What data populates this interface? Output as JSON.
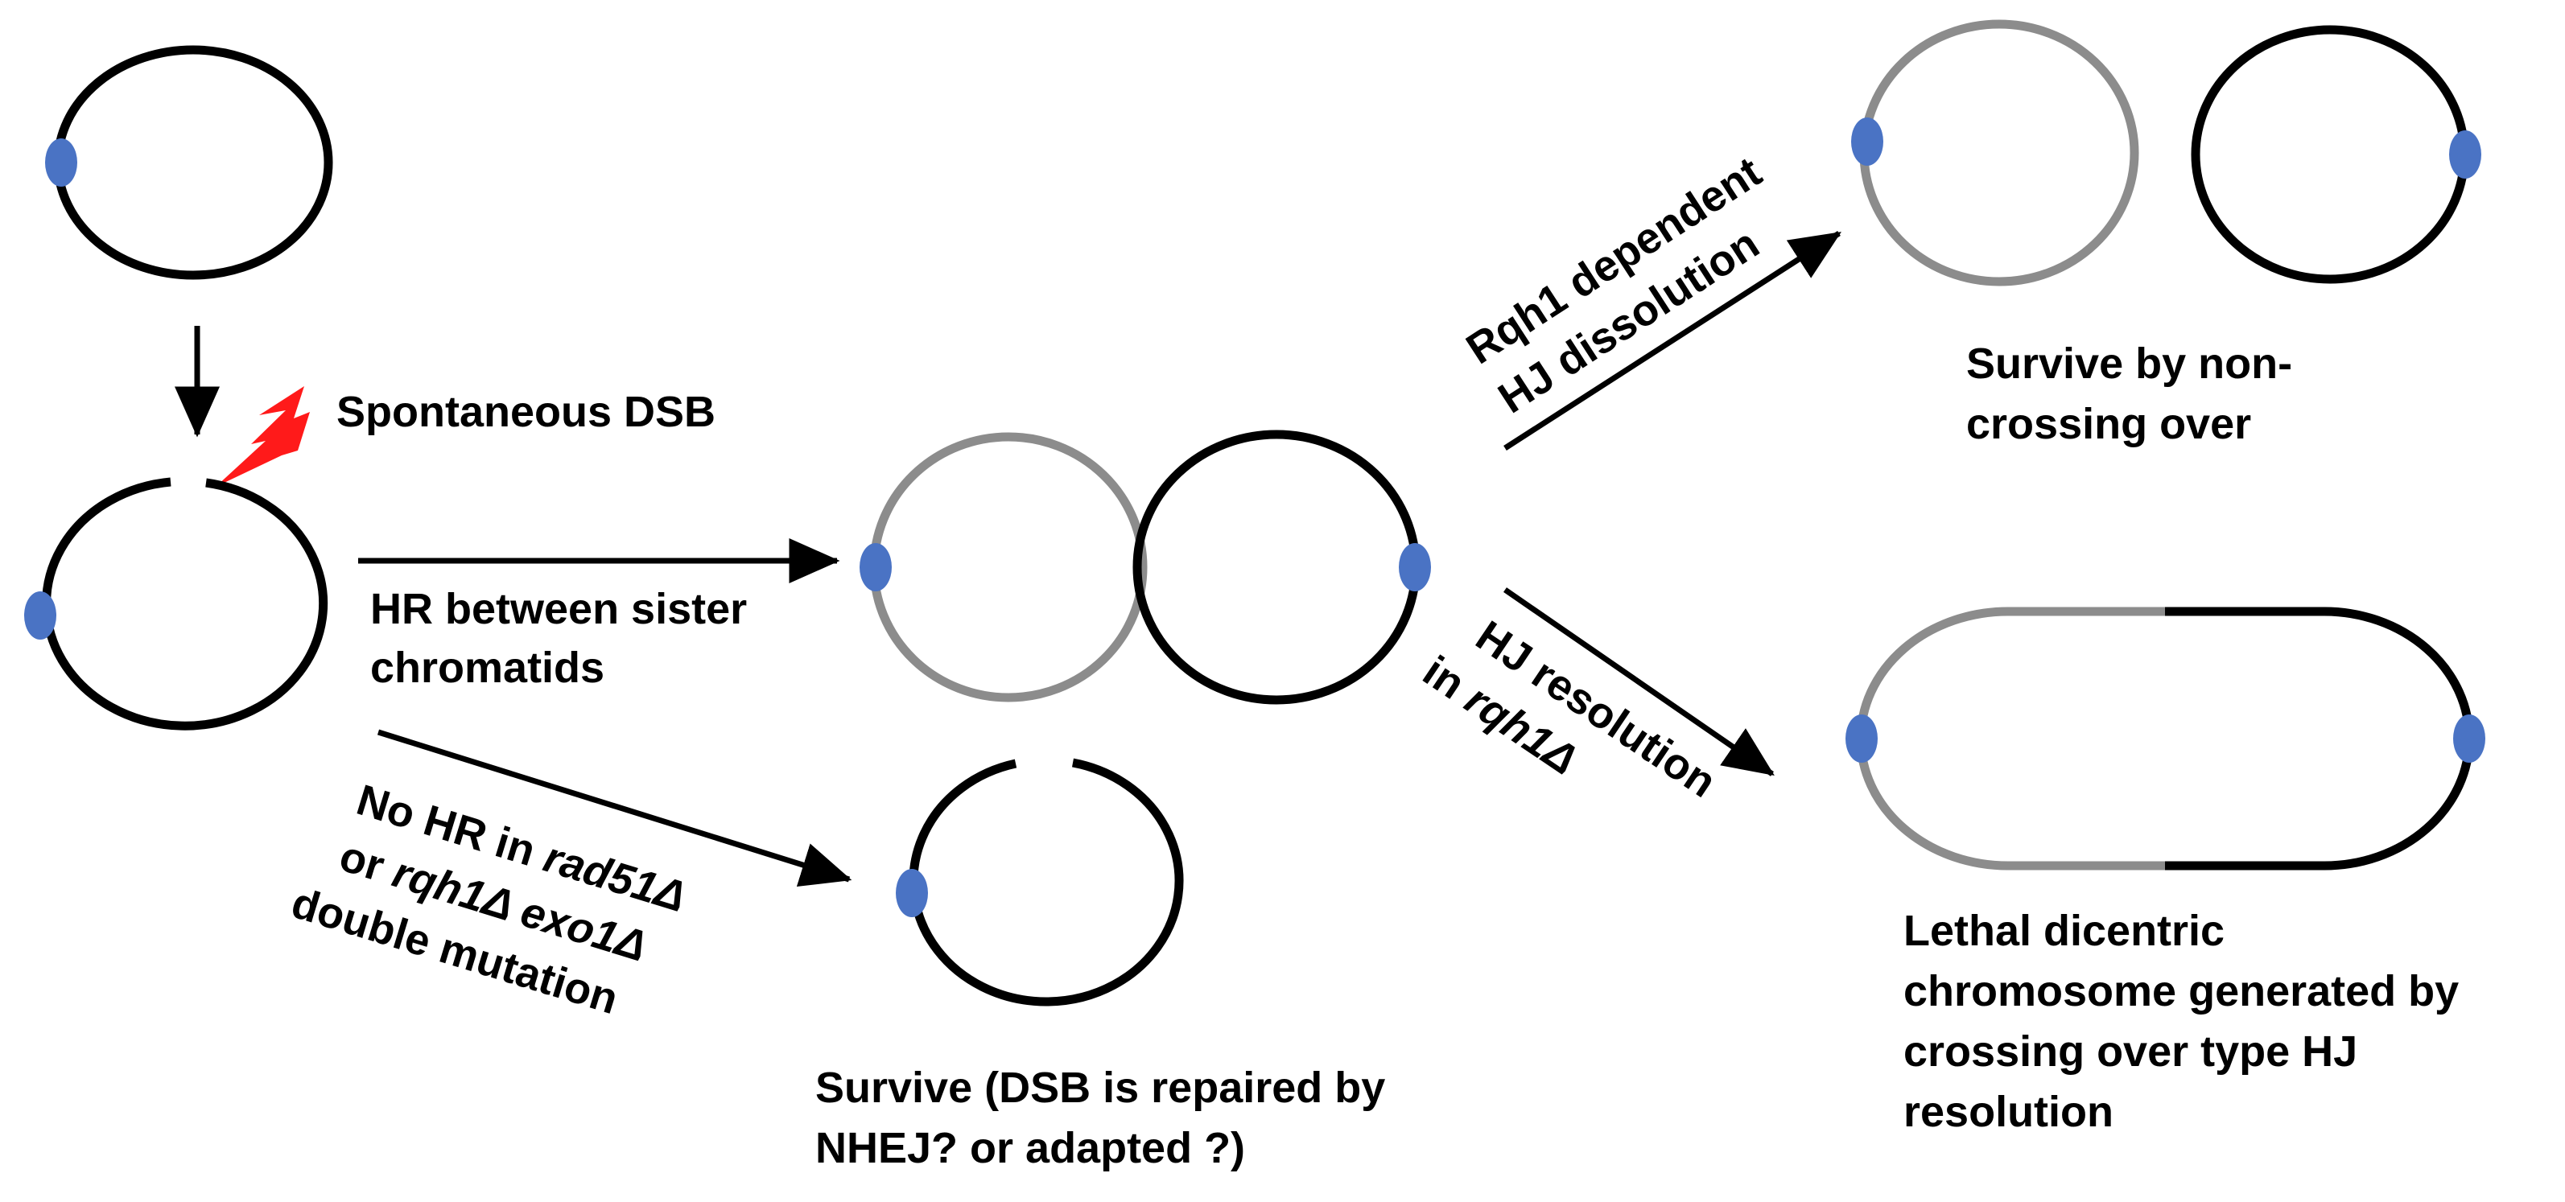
{
  "colors": {
    "black_chromosome": "#000000",
    "gray_chromosome": "#8c8c8c",
    "centromere": "#4a73c4",
    "dsb_lightning": "#ff1a1a",
    "background": "#ffffff"
  },
  "labels": {
    "spontaneous_dsb": "Spontaneous DSB",
    "hr_sister_line1": "HR between sister",
    "hr_sister_line2": "chromatids",
    "no_hr_line1_a": "No HR in ",
    "no_hr_line1_b": "rad51Δ",
    "no_hr_line2_a": "or ",
    "no_hr_line2_b": "rqh1Δ exo1Δ",
    "no_hr_line3": "double mutation",
    "nhej_line1": "Survive (DSB is repaired by",
    "nhej_line2": "NHEJ? or adapted ?)",
    "rqh1_dependent_line1": "Rqh1 dependent",
    "rqh1_dependent_line2": "HJ dissolution",
    "noncrossing_line1": "Survive by non-",
    "noncrossing_line2": "crossing over",
    "hj_resolution_line1": "HJ resolution",
    "hj_resolution_line2_a": "in ",
    "hj_resolution_line2_b": "rqh1Δ",
    "lethal_line1": "Lethal dicentric",
    "lethal_line2": "chromosome generated by",
    "lethal_line3": "crossing over type HJ",
    "lethal_line4": "resolution"
  },
  "icons": {
    "dsb": "lightning-bolt-icon"
  }
}
